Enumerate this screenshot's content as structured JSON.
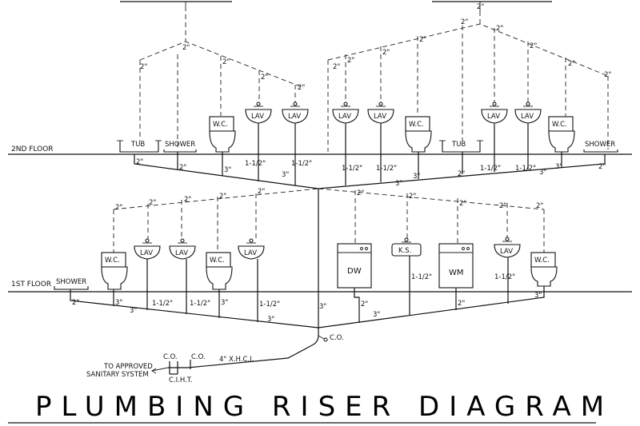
{
  "title": "PLUMBING RISER DIAGRAM",
  "floors": {
    "second": "2ND FLOOR",
    "first": "1ST FLOOR"
  },
  "fixtures": {
    "wc": "W.C.",
    "lav": "LAV",
    "tub": "TUB",
    "shower": "SHOWER",
    "dw": "DW",
    "ks": "K.S.",
    "wm": "WM"
  },
  "sizes": {
    "s2": "2\"",
    "s3": "3\"",
    "s112": "1-1/2\"",
    "s4": "4\""
  },
  "notes": {
    "co": "C.O.",
    "main": "4\" X.H.C.I.",
    "ciht": "C.I.H.T.",
    "dest1": "TO APPROVED",
    "dest2": "SANITARY SYSTEM"
  }
}
